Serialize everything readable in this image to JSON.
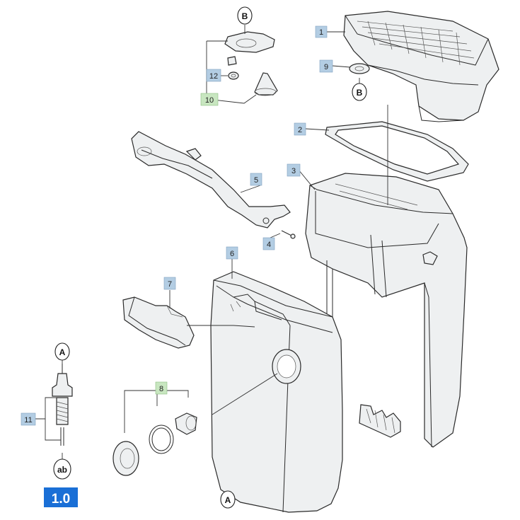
{
  "diagram": {
    "part_labels": {
      "p1": "1",
      "p2": "2",
      "p3": "3",
      "p4": "4",
      "p5": "5",
      "p6": "6",
      "p7": "7",
      "p8": "8",
      "p9": "9",
      "p10": "10",
      "p11": "11",
      "p12": "12"
    },
    "markers": {
      "b_top": "B",
      "b_plug": "B",
      "a_valve": "A",
      "a_bottom": "A",
      "ab": "ab"
    },
    "version_badge": "1.0",
    "colors": {
      "blue_tag": "#b3cde3",
      "green_tag": "#c8e6c0",
      "version_badge": "#1a6fd6",
      "part_fill": "#eef0f1"
    }
  }
}
